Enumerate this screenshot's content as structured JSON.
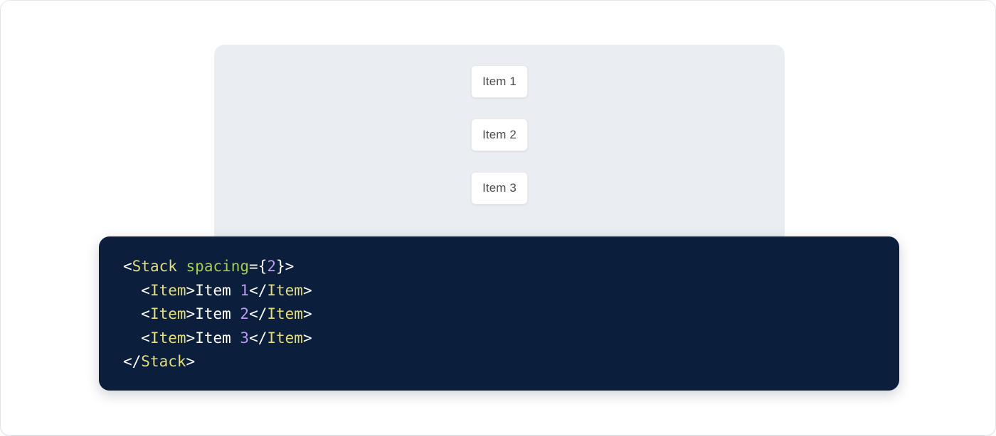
{
  "preview": {
    "panel_background": "#eaedf2",
    "stack": {
      "component": "Stack",
      "spacing": 2,
      "items": [
        {
          "label": "Item 1"
        },
        {
          "label": "Item 2"
        },
        {
          "label": "Item 3"
        }
      ]
    }
  },
  "code": {
    "language": "jsx",
    "background": "#0b1e3c",
    "colors": {
      "tag": "#e4dd78",
      "attribute": "#a4d04a",
      "number": "#b99cf0",
      "punctuation": "#ffffff",
      "text": "#ffffff"
    },
    "lines": [
      {
        "tokens": [
          {
            "t": "punct",
            "v": "<"
          },
          {
            "t": "tag",
            "v": "Stack"
          },
          {
            "t": "text",
            "v": " "
          },
          {
            "t": "attr",
            "v": "spacing"
          },
          {
            "t": "punct",
            "v": "={"
          },
          {
            "t": "num",
            "v": "2"
          },
          {
            "t": "punct",
            "v": "}>"
          }
        ]
      },
      {
        "tokens": [
          {
            "t": "text",
            "v": "  "
          },
          {
            "t": "punct",
            "v": "<"
          },
          {
            "t": "tag",
            "v": "Item"
          },
          {
            "t": "punct",
            "v": ">"
          },
          {
            "t": "text",
            "v": "Item "
          },
          {
            "t": "num",
            "v": "1"
          },
          {
            "t": "punct",
            "v": "</"
          },
          {
            "t": "tag",
            "v": "Item"
          },
          {
            "t": "punct",
            "v": ">"
          }
        ]
      },
      {
        "tokens": [
          {
            "t": "text",
            "v": "  "
          },
          {
            "t": "punct",
            "v": "<"
          },
          {
            "t": "tag",
            "v": "Item"
          },
          {
            "t": "punct",
            "v": ">"
          },
          {
            "t": "text",
            "v": "Item "
          },
          {
            "t": "num",
            "v": "2"
          },
          {
            "t": "punct",
            "v": "</"
          },
          {
            "t": "tag",
            "v": "Item"
          },
          {
            "t": "punct",
            "v": ">"
          }
        ]
      },
      {
        "tokens": [
          {
            "t": "text",
            "v": "  "
          },
          {
            "t": "punct",
            "v": "<"
          },
          {
            "t": "tag",
            "v": "Item"
          },
          {
            "t": "punct",
            "v": ">"
          },
          {
            "t": "text",
            "v": "Item "
          },
          {
            "t": "num",
            "v": "3"
          },
          {
            "t": "punct",
            "v": "</"
          },
          {
            "t": "tag",
            "v": "Item"
          },
          {
            "t": "punct",
            "v": ">"
          }
        ]
      },
      {
        "tokens": [
          {
            "t": "punct",
            "v": "</"
          },
          {
            "t": "tag",
            "v": "Stack"
          },
          {
            "t": "punct",
            "v": ">"
          }
        ]
      }
    ]
  }
}
